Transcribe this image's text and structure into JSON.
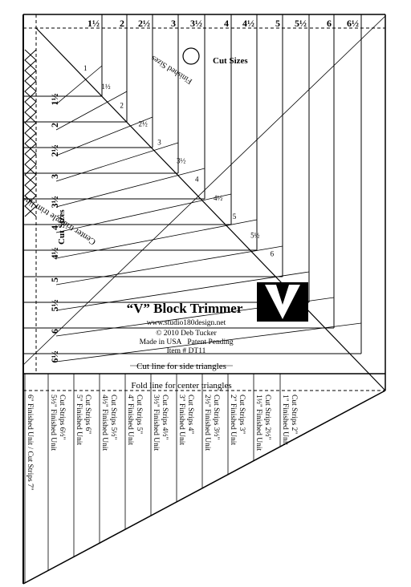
{
  "product": {
    "title": "“V” Block Trimmer",
    "website": "www.studio180design.net",
    "copyright": "© 2010 Deb Tucker",
    "made_in": "Made in USA",
    "patent": "Patent Pending",
    "item": "Item # DT11"
  },
  "top_scale": {
    "heading": "Cut Sizes",
    "labels": [
      "1½",
      "2",
      "2½",
      "3",
      "3½",
      "4",
      "4½",
      "5",
      "5½",
      "6",
      "6½"
    ]
  },
  "left_scale": {
    "heading": "Cut Sizes",
    "labels": [
      "1½",
      "2",
      "2½",
      "3",
      "3½",
      "4",
      "4½",
      "5",
      "5½",
      "6",
      "6½"
    ]
  },
  "diagonal_scale": {
    "heading": "Finished Sizes",
    "labels": [
      "1",
      "1½",
      "2",
      "2½",
      "3",
      "3½",
      "4",
      "4½",
      "5",
      "5½",
      "6"
    ]
  },
  "trim_line_label": "Center triangle trim line",
  "cut_line_label": "Cut line for side triangles",
  "fold_line_label": "Fold line for center triangles",
  "strip_labels": [
    {
      "unit": "1\" Finished Unit",
      "strip": "Cut Strips 2\""
    },
    {
      "unit": "1½\" Finished Unit",
      "strip": "Cut Strips 2½\""
    },
    {
      "unit": "2\" Finished Unit",
      "strip": "Cut Strips 3\""
    },
    {
      "unit": "2½\" Finished Unit",
      "strip": "Cut Strips 3½\""
    },
    {
      "unit": "3\" Finished Unit",
      "strip": "Cut Strips 4\""
    },
    {
      "unit": "3½\" Finished Unit",
      "strip": "Cut Strips 4½\""
    },
    {
      "unit": "4\" Finished Unit",
      "strip": "Cut Strips 5\""
    },
    {
      "unit": "4½\" Finished Unit",
      "strip": "Cut Strips 5½\""
    },
    {
      "unit": "5\" Finished Unit",
      "strip": "Cut Strips 6\""
    },
    {
      "unit": "5½\" Finished Unit",
      "strip": "Cut Strips 6½\""
    },
    {
      "unit": "6\" Finished Unit / Cut Strips 7\"",
      "strip": ""
    }
  ]
}
